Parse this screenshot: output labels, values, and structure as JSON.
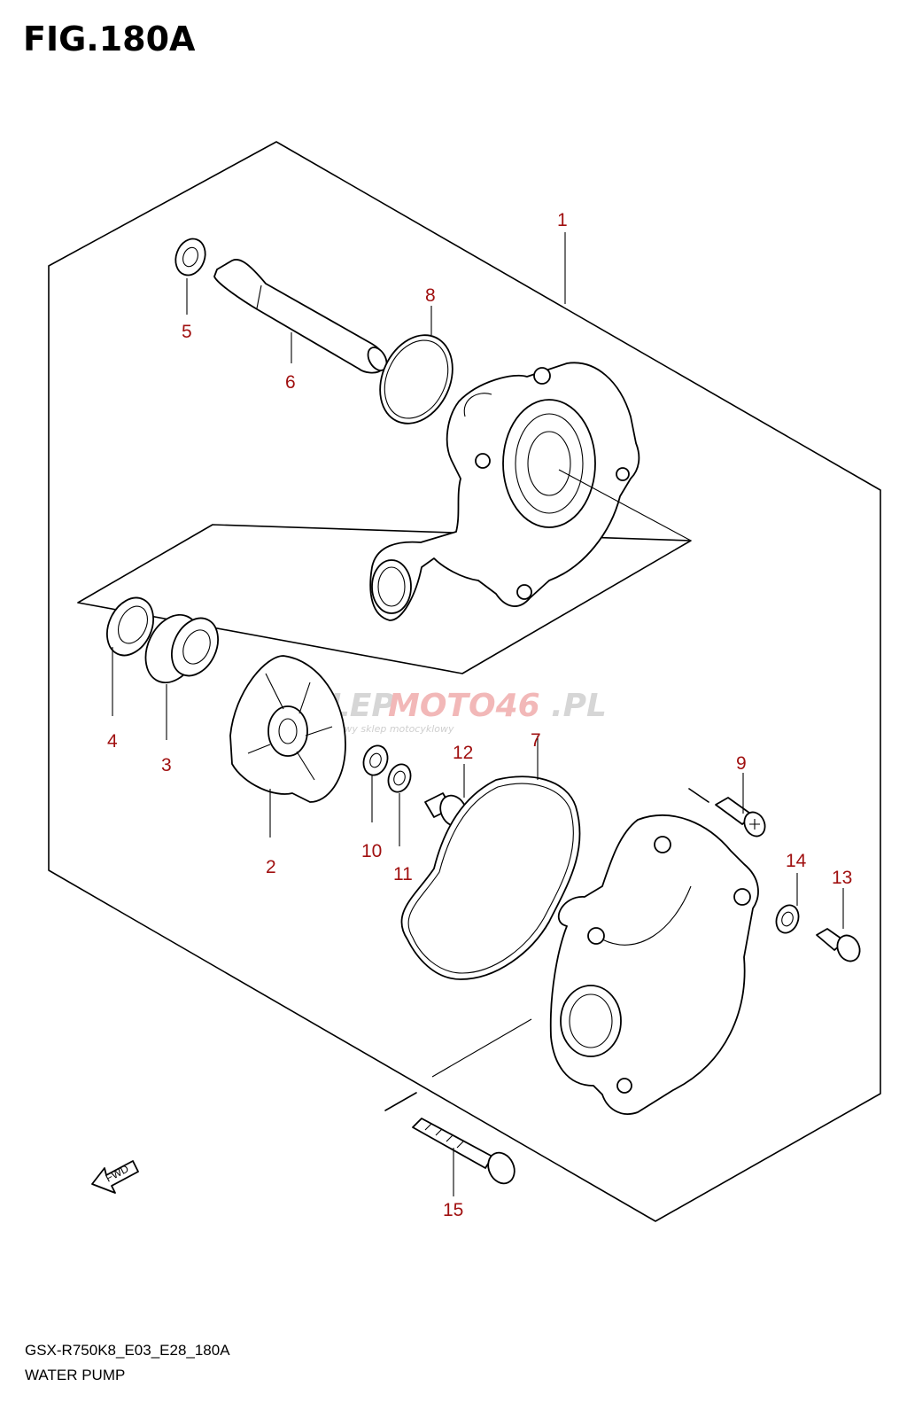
{
  "figure": {
    "title": "FIG.180A"
  },
  "footer": {
    "code": "GSX-R750K8_E03_E28_180A",
    "name": "WATER PUMP"
  },
  "watermark": {
    "brand_a": "SKLEP",
    "brand_b": "MOTO46",
    "brand_c": ".PL",
    "subtitle": "internetowy sklep motocyklowy"
  },
  "fwd_label": "FWD",
  "callouts": [
    "1",
    "2",
    "3",
    "4",
    "5",
    "6",
    "7",
    "8",
    "9",
    "10",
    "11",
    "12",
    "13",
    "14",
    "15"
  ]
}
